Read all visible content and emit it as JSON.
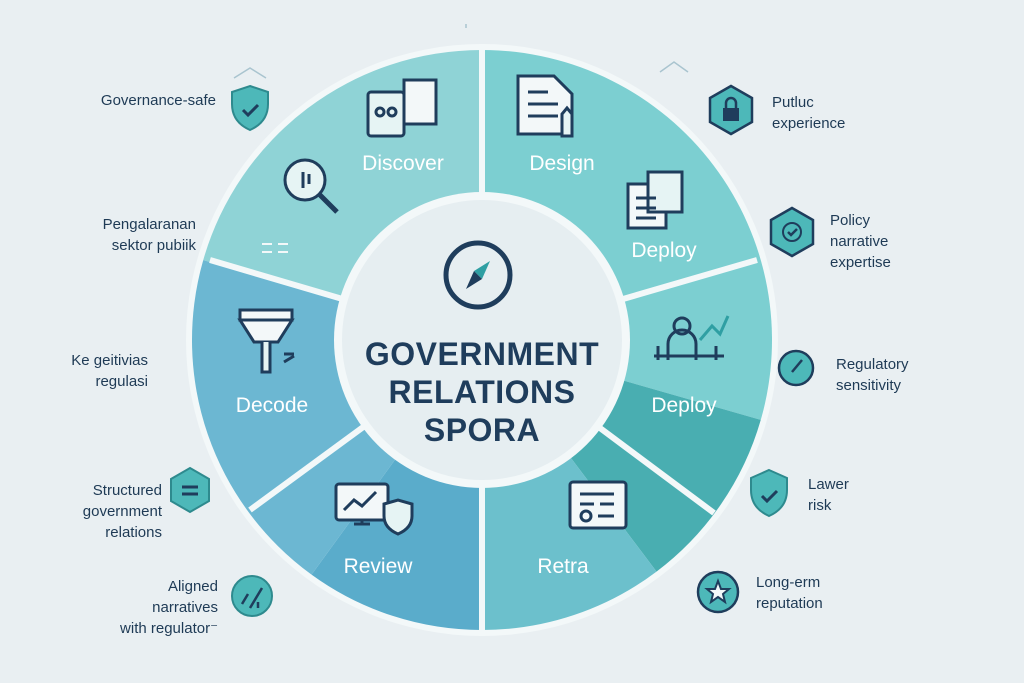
{
  "center": {
    "title_lines": [
      "GOVERNMENT",
      "RELATIONS",
      "SPORA"
    ],
    "icon": "compass-icon"
  },
  "segments": [
    {
      "label": "Discover",
      "color": "#8fd3d6",
      "icon": "search-icon"
    },
    {
      "label": "Design",
      "color": "#7ccfd1",
      "icon": "document-icon"
    },
    {
      "label": "Deploy",
      "color": "#7ccfd1",
      "icon": "checklist-icon"
    },
    {
      "label": "Deploy",
      "color": "#49aeb1",
      "icon": "people-chart-icon"
    },
    {
      "label": "Retra",
      "color": "#6cc0cc",
      "icon": "report-icon"
    },
    {
      "label": "Review",
      "color": "#5aaccb",
      "icon": "monitor-shield-icon"
    },
    {
      "label": "Decode",
      "color": "#6cb7d2",
      "icon": "funnel-icon"
    }
  ],
  "left_items": [
    {
      "lines": [
        "Governance-safe"
      ],
      "icon": "shield-check-icon"
    },
    {
      "lines": [
        "Pengalaranan",
        "sektor pubiik"
      ],
      "icon": ""
    },
    {
      "lines": [
        "Ke geitivias",
        "regulasi"
      ],
      "icon": ""
    },
    {
      "lines": [
        "Structured",
        "government",
        "relations"
      ],
      "icon": "hexagon-list-icon"
    },
    {
      "lines": [
        "Aligned",
        "narratives",
        "with regulator⁻"
      ],
      "icon": "chart-circle-icon"
    }
  ],
  "right_items": [
    {
      "lines": [
        "Putluc",
        "experience"
      ],
      "icon": "lock-hexagon-icon"
    },
    {
      "lines": [
        "Policy",
        "narrative",
        "expertise"
      ],
      "icon": "check-hexagon-icon"
    },
    {
      "lines": [
        "Regulatory",
        "sensitivity"
      ],
      "icon": "gauge-circle-icon"
    },
    {
      "lines": [
        "Lawer",
        "risk"
      ],
      "icon": "shield-check-icon"
    },
    {
      "lines": [
        "Long-erm",
        "reputation"
      ],
      "icon": "star-circle-icon"
    }
  ],
  "colors": {
    "background": "#e9eff2",
    "ring_border": "#f3f8f9",
    "center_fill": "#e6eef1",
    "icon_stroke": "#1f3d5c",
    "accent": "#2f9fa3"
  }
}
